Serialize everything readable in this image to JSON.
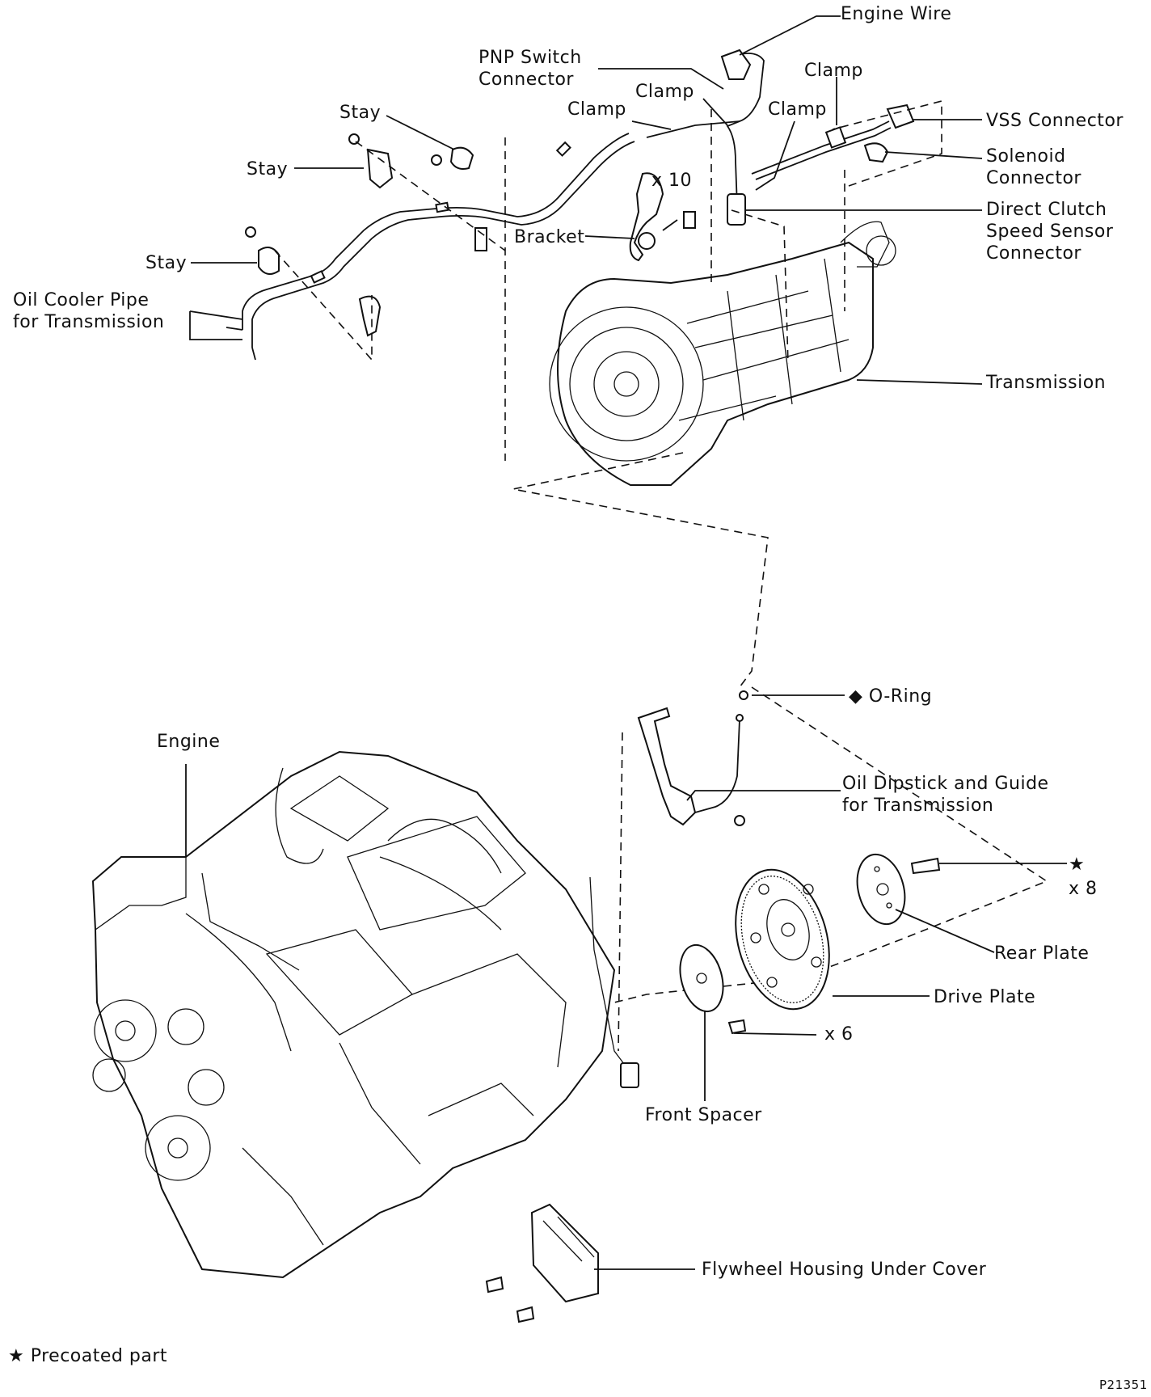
{
  "labels": {
    "engine_wire": "Engine Wire",
    "pnp_switch_connector": [
      "PNP Switch",
      "Connector"
    ],
    "clamp_1": "Clamp",
    "clamp_2": "Clamp",
    "clamp_3": "Clamp",
    "clamp_4": "Clamp",
    "vss_connector": "VSS Connector",
    "solenoid_connector": [
      "Solenoid",
      "Connector"
    ],
    "direct_clutch_sensor_connector": [
      "Direct Clutch",
      "Speed Sensor",
      "Connector"
    ],
    "stay_1": "Stay",
    "stay_2": "Stay",
    "stay_3": "Stay",
    "bolt_count_10": "x 10",
    "bracket": "Bracket",
    "oil_cooler_pipe": [
      "Oil Cooler Pipe",
      "for Transmission"
    ],
    "transmission": "Transmission",
    "o_ring": "O-Ring",
    "engine": "Engine",
    "oil_dipstick": [
      "Oil Dipstick and Guide",
      "for Transmission"
    ],
    "bolt_count_8": "x 8",
    "rear_plate": "Rear Plate",
    "drive_plate": "Drive Plate",
    "bolt_count_6": "x 6",
    "front_spacer": "Front Spacer",
    "flywheel_cover": "Flywheel Housing Under Cover",
    "footnote": "Precoated part",
    "figure_code": "P21351"
  },
  "symbols": {
    "precoated_star": "★",
    "non_reusable_diamond": "◆"
  }
}
